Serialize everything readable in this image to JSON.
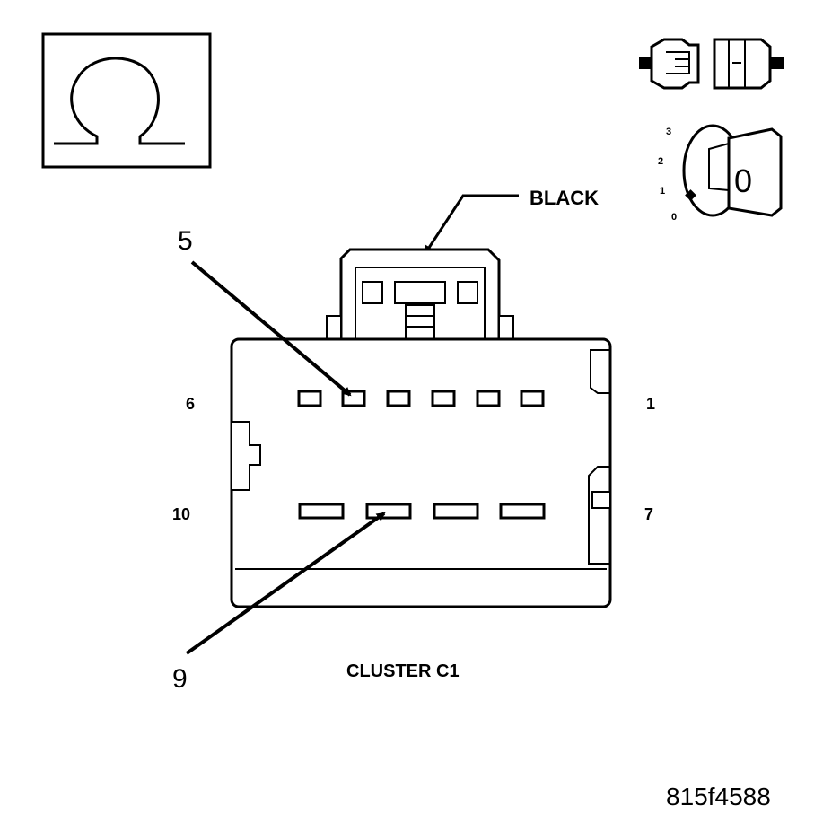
{
  "symbols": {
    "ohm_symbol": "Ω",
    "ohm_icon": "ohm-icon",
    "connector_icon": "disconnected-connector-icon",
    "ignition_icon": "ignition-key-icon"
  },
  "ignition": {
    "positions": [
      "3",
      "2",
      "1",
      "0"
    ],
    "key_text": "0"
  },
  "connector": {
    "color_label": "BLACK",
    "name": "CLUSTER C1",
    "pin_labels": {
      "top_left": "6",
      "top_right": "1",
      "bottom_left": "10",
      "bottom_right": "7"
    },
    "callouts": {
      "upper": "5",
      "lower": "9"
    }
  },
  "figure_id": "815f4588"
}
